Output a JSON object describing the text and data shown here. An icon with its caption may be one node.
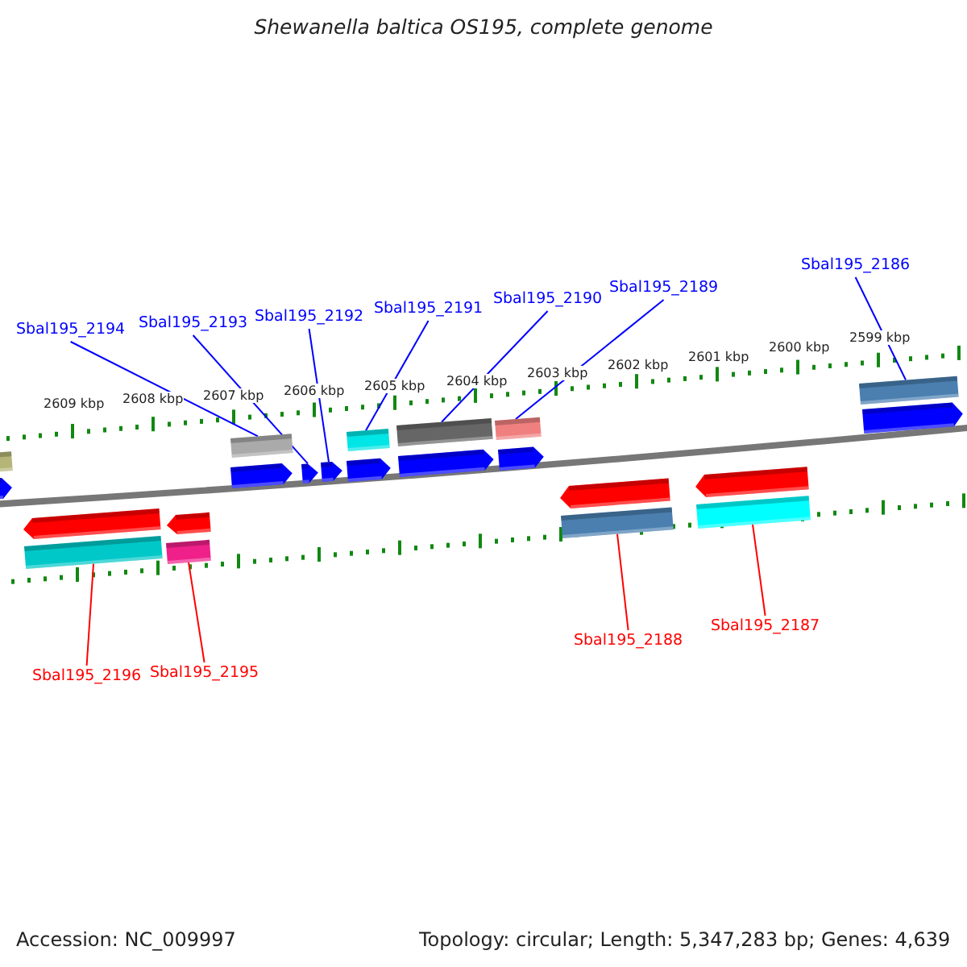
{
  "diagram": {
    "title": "Shewanella baltica OS195, complete genome",
    "nodes": [
      {
        "text": [
          "Sbal195_2194"
        ]
      },
      {
        "text": [
          "Sbal195_2193"
        ]
      },
      {
        "text": [
          "Sbal195_2192"
        ]
      },
      {
        "text": [
          "Sbal195_2191"
        ]
      },
      {
        "text": [
          "Sbal195_2190"
        ]
      },
      {
        "text": [
          "Sbal195_2189"
        ]
      },
      {
        "text": [
          "Sbal195_2186"
        ]
      },
      {
        "text": [
          "Sbal195_2196"
        ]
      },
      {
        "text": [
          "Sbal195_2195"
        ]
      },
      {
        "text": [
          "Sbal195_2188"
        ]
      },
      {
        "text": [
          "Sbal195_2187"
        ]
      },
      {
        "text": [],
        "shape": "box"
      },
      {
        "text": [],
        "shape": "box"
      },
      {
        "text": [],
        "shape": "box"
      },
      {
        "text": [],
        "shape": "box"
      },
      {
        "text": [],
        "shape": "box"
      },
      {
        "text": [],
        "shape": "box"
      },
      {
        "text": [],
        "shape": "pentagon"
      },
      {
        "text": [],
        "shape": "pentagon"
      },
      {
        "text": [],
        "shape": "pentagon"
      },
      {
        "text": [],
        "shape": "pentagon"
      },
      {
        "text": [],
        "shape": "pentagon"
      },
      {
        "text": [],
        "shape": "pentagon"
      },
      {
        "text": [],
        "shape": "pentagon"
      },
      {
        "text": [],
        "shape": "pentagon"
      },
      {
        "text": [],
        "shape": "pentagon"
      },
      {
        "text": [],
        "shape": "pentagon"
      },
      {
        "text": [],
        "shape": "pentagon"
      },
      {
        "text": [],
        "shape": "pentagon"
      },
      {
        "text": [],
        "shape": "box"
      },
      {
        "text": [],
        "shape": "box"
      },
      {
        "text": [],
        "shape": "box"
      },
      {
        "text": [],
        "shape": "box"
      }
    ],
    "edges": [
      {
        "from": 0,
        "to": 12,
        "arrow": "none"
      },
      {
        "from": 1,
        "to": 19,
        "arrow": "none"
      },
      {
        "from": 2,
        "to": 20,
        "arrow": "none"
      },
      {
        "from": 3,
        "to": 13,
        "arrow": "none"
      },
      {
        "from": 4,
        "to": 14,
        "arrow": "none"
      },
      {
        "from": 5,
        "to": 15,
        "arrow": "none"
      },
      {
        "from": 6,
        "to": 16,
        "arrow": "none"
      },
      {
        "from": 7,
        "to": 29,
        "arrow": "none",
        "color": "#ff0000"
      },
      {
        "from": 8,
        "to": 30,
        "arrow": "none",
        "color": "#ff0000"
      },
      {
        "from": 9,
        "to": 31,
        "arrow": "none",
        "color": "#ff0000"
      },
      {
        "from": 10,
        "to": 32,
        "arrow": "none",
        "color": "#ff0000"
      }
    ],
    "labels": [
      "2609 kbp",
      "2608 kbp",
      "2607 kbp",
      "2606 kbp",
      "2605 kbp",
      "2604 kbp",
      "2603 kbp",
      "2602 kbp",
      "2601 kbp",
      "2600 kbp",
      "2599 kbp",
      "Accession: NC_009997",
      "Topology: circular; Length: 5,347,283 bp; Genes: 4,639"
    ]
  }
}
